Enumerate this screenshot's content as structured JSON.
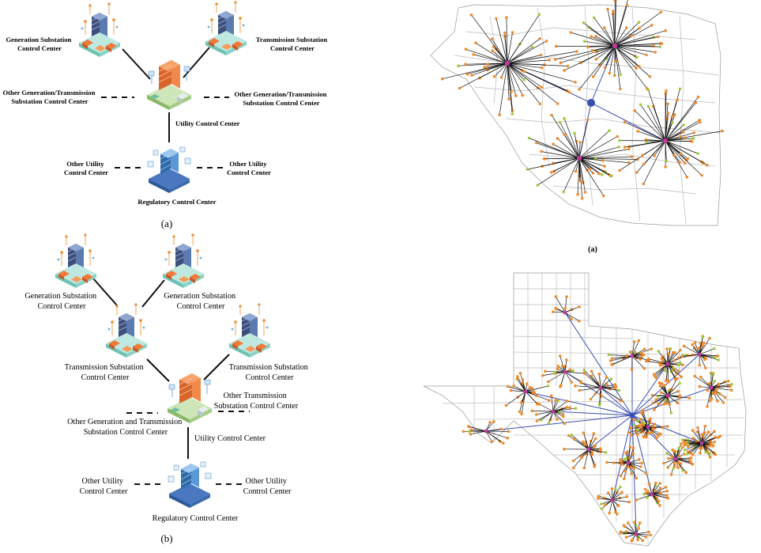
{
  "diagram_a": {
    "caption": "(a)",
    "gen_substation": [
      "Generation Substation",
      "Control Center"
    ],
    "trans_substation": [
      "Transmission Substation",
      "Control Center"
    ],
    "other_left": [
      "Other Generation/Transmission",
      "Substation Control Center"
    ],
    "other_right": [
      "Other Generation/Transmission",
      "Substation Control Center"
    ],
    "utility": "Utility Control Center",
    "other_utility_left": [
      "Other Utility",
      "Control Center"
    ],
    "other_utility_right": [
      "Other Utility",
      "Control Center"
    ],
    "regulatory": "Regulatory Control Center"
  },
  "diagram_b": {
    "caption": "(b)",
    "gen_left": [
      "Generation Substation",
      "Control Center"
    ],
    "gen_right": [
      "Generation Substation",
      "Control Center"
    ],
    "trans_left": [
      "Transmission Substation",
      "Control Center"
    ],
    "trans_right": [
      "Transmission Substation",
      "Control Center"
    ],
    "other_trans": [
      "Other Transmission",
      "Substation Control Center"
    ],
    "other_gen_trans": [
      "Other Generation and Transmission",
      "Substation Control Center"
    ],
    "utility": "Utility Control Center",
    "other_utility_left": [
      "Other Utility",
      "Control Center"
    ],
    "other_utility_right": [
      "Other Utility",
      "Control Center"
    ],
    "regulatory": "Regulatory Control Center"
  },
  "map_a": {
    "caption": "(a)"
  },
  "colors": {
    "building_orange": "#f07a3c",
    "building_blue": "#3a6fb5",
    "platform_teal": "#7fd3c4",
    "map_hub": "#c0399b",
    "map_center": "#3b4fb0",
    "map_node": "#f08a2a",
    "map_node_green": "#9ccc3c"
  }
}
